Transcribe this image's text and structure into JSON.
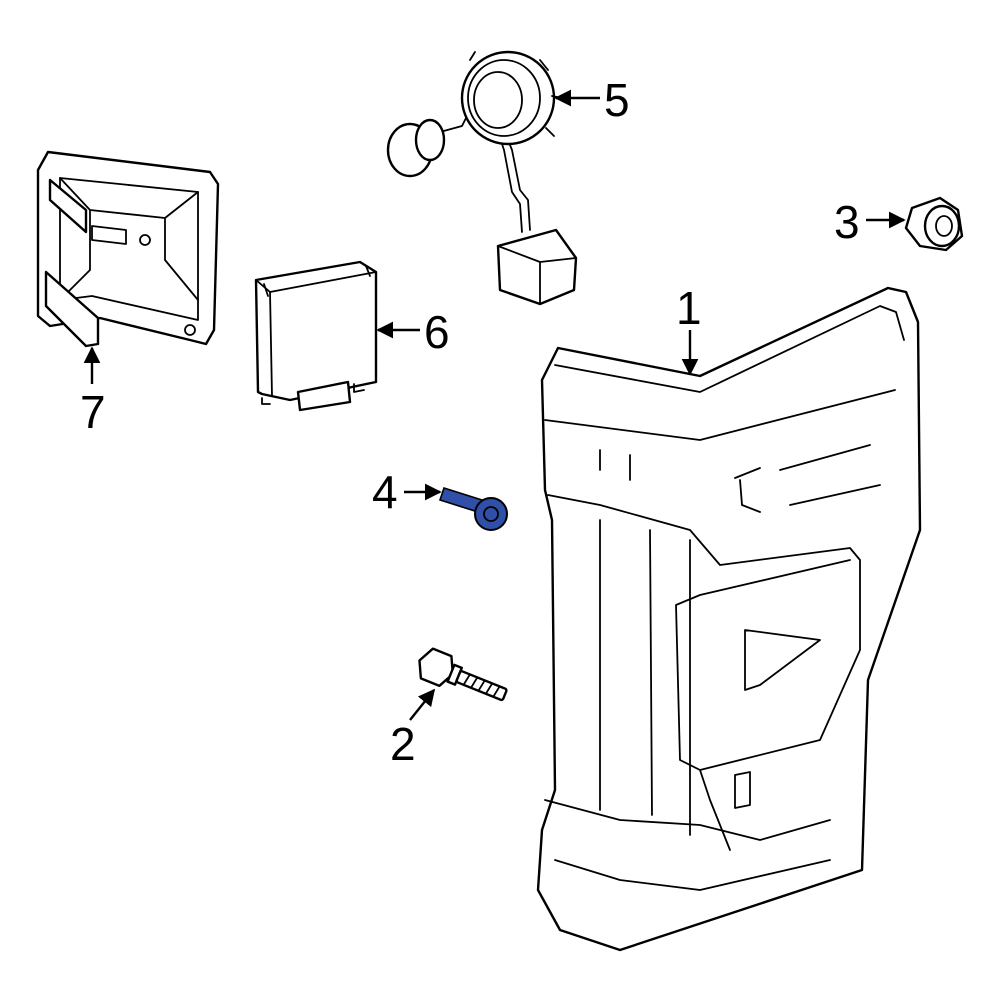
{
  "callouts": [
    {
      "id": "1",
      "label": "1"
    },
    {
      "id": "2",
      "label": "2"
    },
    {
      "id": "3",
      "label": "3"
    },
    {
      "id": "4",
      "label": "4"
    },
    {
      "id": "5",
      "label": "5"
    },
    {
      "id": "6",
      "label": "6"
    },
    {
      "id": "7",
      "label": "7"
    }
  ],
  "colors": {
    "highlight_part": "#2f4fa8",
    "line": "#000000",
    "background": "#ffffff"
  }
}
